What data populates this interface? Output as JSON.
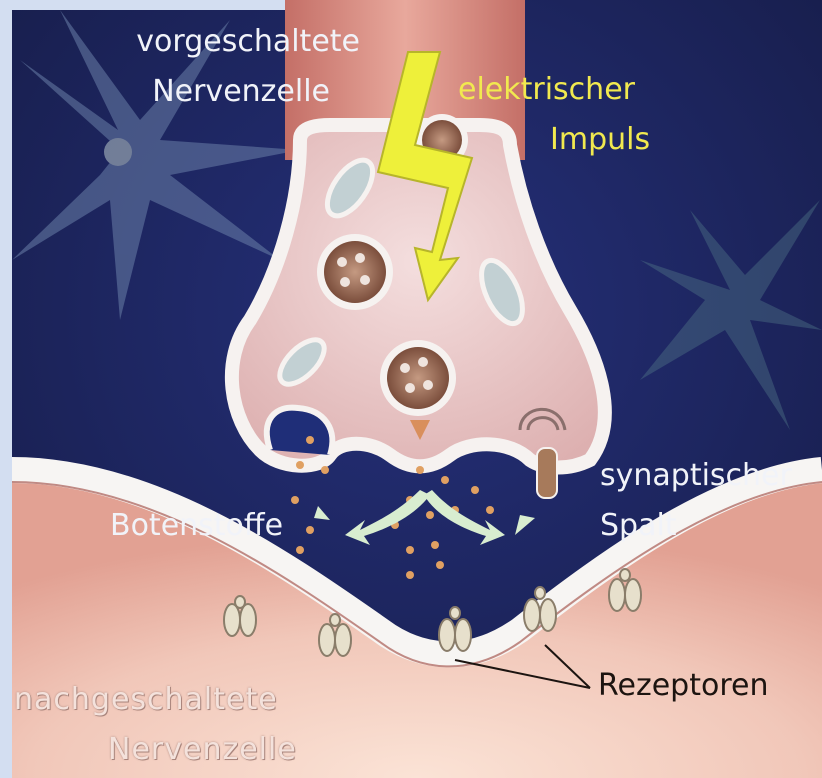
{
  "labels": {
    "pre_neuron_line1": "vorgeschaltete",
    "pre_neuron_line2": "Nervenzelle",
    "impulse_line1": "elektrischer",
    "impulse_line2": "Impuls",
    "messengers": "Botenstoffe",
    "cleft_line1": "synaptischer",
    "cleft_line2": "Spalt",
    "receptors": "Rezeptoren",
    "post_neuron_line1": "nachgeschaltete",
    "post_neuron_line2": "Nervenzelle"
  },
  "colors": {
    "frame": "#d3def1",
    "background": "#1d2659",
    "membrane": "#f6f2f0",
    "cytoplasm": "#e9c6c5",
    "axon": "#d98f85",
    "postsynaptic": "#f0c8bd",
    "lightning": "#eef03a",
    "vesicle": "#9b6a52",
    "arrows": "#d8edd0",
    "receptor": "#e7e0cc"
  }
}
